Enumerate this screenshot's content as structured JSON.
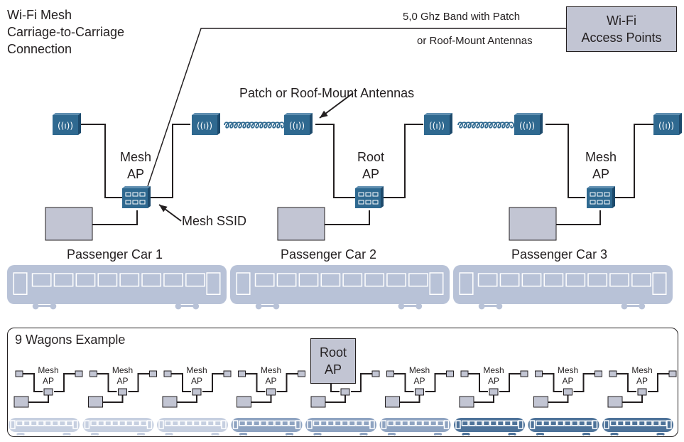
{
  "title": "Wi-Fi Mesh\nCarriage-to-Carriage\nConnection",
  "band_label": "5,0 Ghz Band with Patch",
  "band_label_2": "or Roof-Mount Antennas",
  "wifi_ap_label": "Wi-Fi\nAccess Points",
  "antenna_callout": "Patch or Roof-Mount Antennas",
  "mesh_ssid_callout": "Mesh SSID",
  "cars": [
    {
      "name": "Passenger Car 1",
      "ap_line1": "Mesh",
      "ap_line2": "AP"
    },
    {
      "name": "Passenger Car 2",
      "ap_line1": "Root",
      "ap_line2": "AP"
    },
    {
      "name": "Passenger Car 3",
      "ap_line1": "Mesh",
      "ap_line2": "AP"
    }
  ],
  "example": {
    "title": "9 Wagons Example",
    "root_label": "Root\nAP",
    "wagon_line1": "Mesh",
    "wagon_line2": "AP"
  },
  "colors": {
    "antenna": "#2f6990",
    "train": "#b8c2d7",
    "train_dark": "#3f6b93",
    "box": "#c2c5d3",
    "line": "#231f20"
  }
}
